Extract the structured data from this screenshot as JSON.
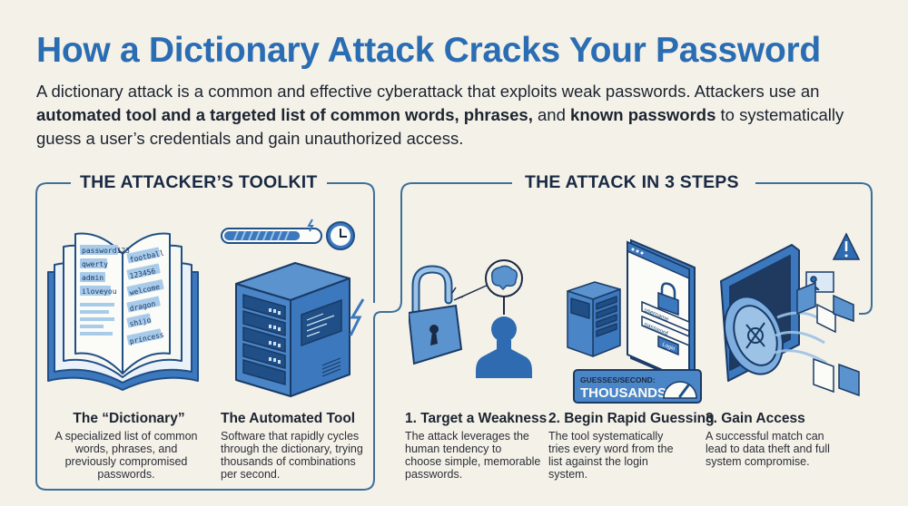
{
  "header": {
    "title": "How a Dictionary Attack Cracks Your Password",
    "intro_part1": "A dictionary attack is a common and effective cyberattack that exploits weak passwords. Attackers use an ",
    "intro_bold1": "automated tool and a targeted list of common words, phrases,",
    "intro_part2": " and ",
    "intro_bold2": "known passwords",
    "intro_part3": " to systematically guess a user’s credentials and gain unauthorized access."
  },
  "toolkit": {
    "section_title": "THE ATTACKER’S TOOLKIT",
    "cards": [
      {
        "title": "The “Dictionary”",
        "description": "A specialized list of common words, phrases, and previously compromised passwords.",
        "icon": "open-book-icon",
        "book_words_left": [
          "password123",
          "qwerty",
          "admin",
          "iloveyou"
        ],
        "book_words_right": [
          "football",
          "123456",
          "welcome",
          "dragon",
          "shijo",
          "princess"
        ]
      },
      {
        "title": "The Automated Tool",
        "description": "Software that rapidly cycles through the dictionary, trying thousands of combinations per second.",
        "icon": "server-icon",
        "progress": 0.8
      }
    ]
  },
  "steps": {
    "section_title": "THE ATTACK IN 3 STEPS",
    "items": [
      {
        "title": "1. Target a Weakness",
        "description": "The attack leverages the human tendency to choose simple, memorable passwords.",
        "icon": "padlock-brain-person-icon"
      },
      {
        "title": "2. Begin Rapid Guessing",
        "description": "The tool systematically tries every word from the list against the login system.",
        "icon": "server-login-icon",
        "login_username": "username",
        "login_password": "password",
        "login_button": "Login",
        "gauge_label": "GUESSES/SECOND:",
        "gauge_value": "THOUSANDS"
      },
      {
        "title": "3. Gain Access",
        "description": "A successful match can lead to data theft and full system compromise.",
        "icon": "open-vault-icon"
      }
    ]
  },
  "colors": {
    "background": "#f4f1e8",
    "title_blue": "#2a6db3",
    "frame": "#3d6f99",
    "illustration_blue": "#3c78bd",
    "illustration_light": "#9cc3e6",
    "dark_navy": "#1a2a44"
  }
}
